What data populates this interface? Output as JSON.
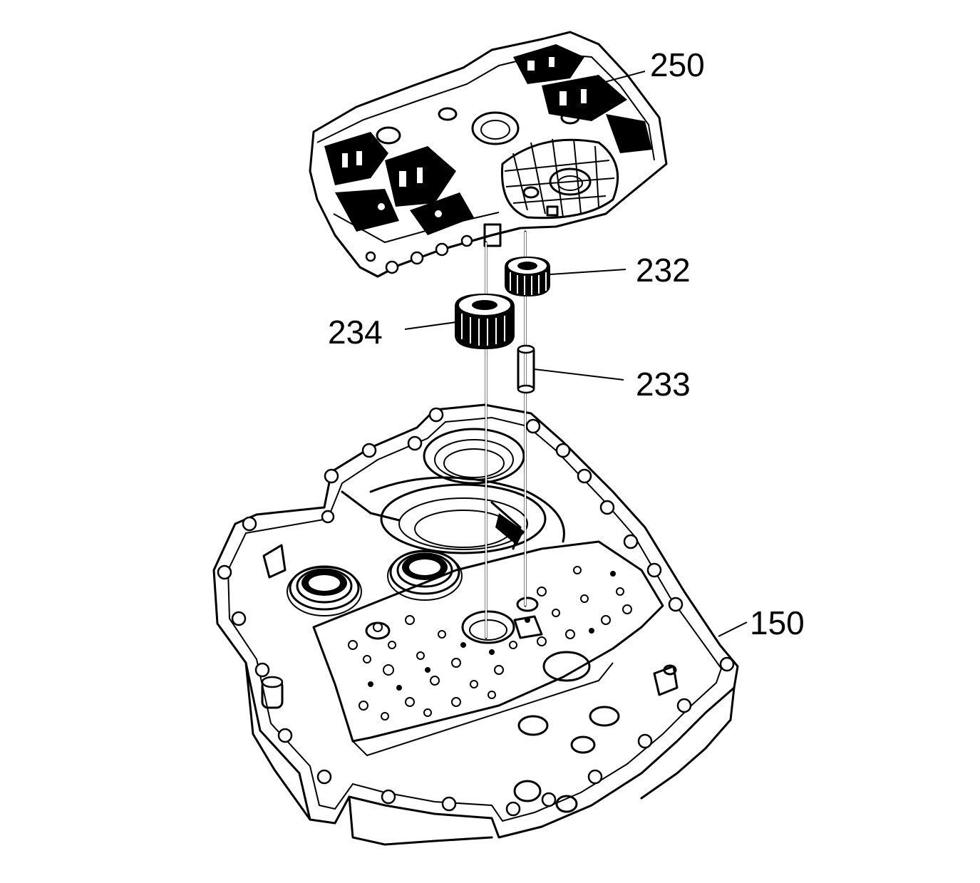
{
  "callouts": [
    {
      "id": "valve-body",
      "label": "250"
    },
    {
      "id": "gear-a",
      "label": "232"
    },
    {
      "id": "gear-b",
      "label": "234"
    },
    {
      "id": "sleeve",
      "label": "233"
    },
    {
      "id": "case",
      "label": "150"
    }
  ],
  "colors": {
    "ink": "#000000",
    "paper": "#ffffff"
  }
}
